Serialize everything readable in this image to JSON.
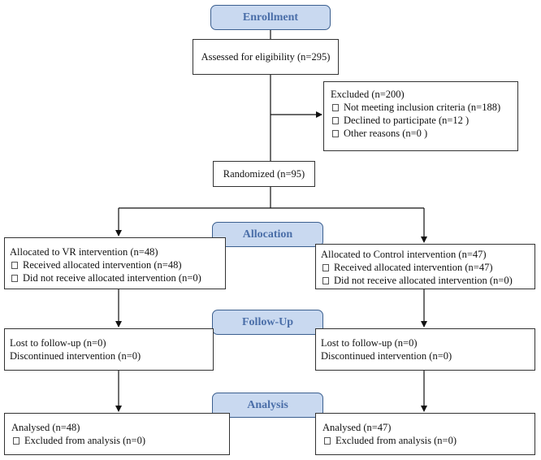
{
  "stages": {
    "enrollment": "Enrollment",
    "allocation": "Allocation",
    "followup": "Follow-Up",
    "analysis": "Analysis"
  },
  "assessed": "Assessed for eligibility (n=295)",
  "excluded": {
    "title": "Excluded (n=200)",
    "items": [
      "Not meeting inclusion criteria (n=188)",
      "Declined to participate (n=12 )",
      "Other reasons (n=0 )"
    ]
  },
  "randomized": "Randomized (n=95)",
  "allocation": {
    "vr": {
      "title": "Allocated to VR intervention (n=48)",
      "items": [
        "Received allocated intervention (n=48)",
        "Did not receive allocated intervention (n=0)"
      ]
    },
    "control": {
      "title": "Allocated to Control intervention (n=47)",
      "items": [
        "Received allocated intervention (n=47)",
        "Did not receive allocated intervention (n=0)"
      ]
    }
  },
  "followup": {
    "vr": {
      "lost": "Lost to follow-up (n=0)",
      "discontinued": "Discontinued intervention (n=0)"
    },
    "control": {
      "lost": "Lost to follow-up (n=0)",
      "discontinued": "Discontinued intervention (n=0)"
    }
  },
  "analysis": {
    "vr": {
      "analysed": "Analysed (n=48)",
      "excluded": "Excluded from analysis (n=0)"
    },
    "control": {
      "analysed": "Analysed (n=47)",
      "excluded": "Excluded from analysis (n=0)"
    }
  }
}
